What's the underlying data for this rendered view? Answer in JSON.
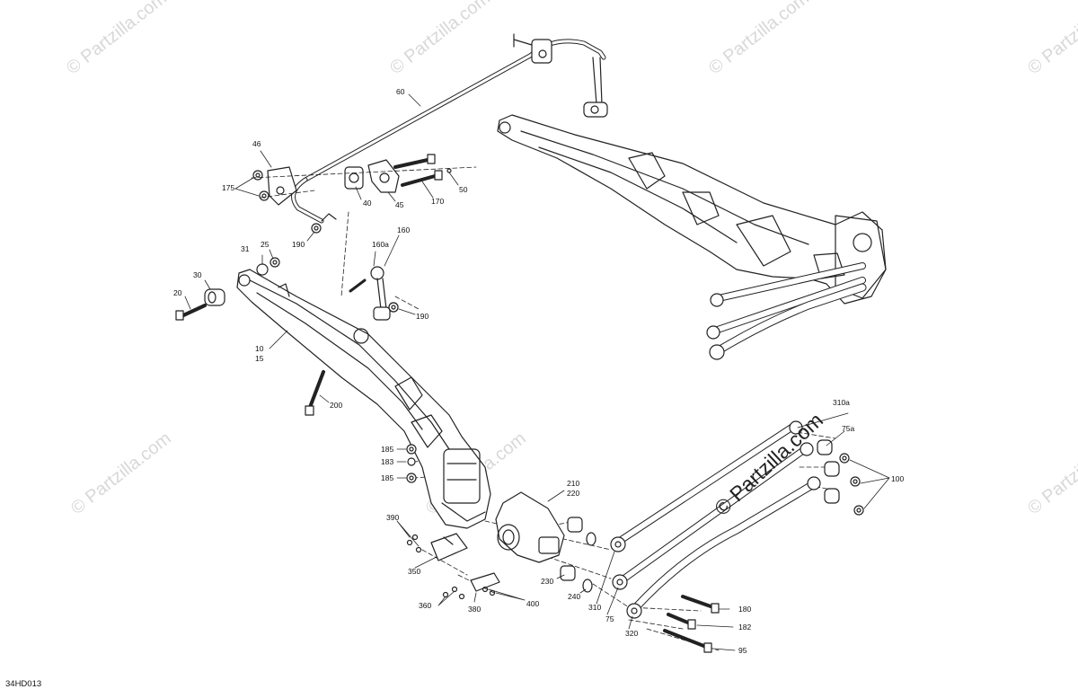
{
  "diagram_code": "34HD013",
  "watermark": {
    "text": "© Partzilla.com",
    "center_text": "© Partzilla.com"
  },
  "callouts": [
    {
      "id": "c60",
      "label": "60"
    },
    {
      "id": "c46",
      "label": "46"
    },
    {
      "id": "c175",
      "label": "175"
    },
    {
      "id": "c40",
      "label": "40"
    },
    {
      "id": "c45",
      "label": "45"
    },
    {
      "id": "c170",
      "label": "170"
    },
    {
      "id": "c50",
      "label": "50"
    },
    {
      "id": "c190a",
      "label": "190"
    },
    {
      "id": "c160",
      "label": "160"
    },
    {
      "id": "c160a",
      "label": "160a"
    },
    {
      "id": "c31",
      "label": "31"
    },
    {
      "id": "c25",
      "label": "25"
    },
    {
      "id": "c30",
      "label": "30"
    },
    {
      "id": "c20",
      "label": "20"
    },
    {
      "id": "c190b",
      "label": "190"
    },
    {
      "id": "c10",
      "label": "10"
    },
    {
      "id": "c15",
      "label": "15"
    },
    {
      "id": "c200",
      "label": "200"
    },
    {
      "id": "c185a",
      "label": "185"
    },
    {
      "id": "c183",
      "label": "183"
    },
    {
      "id": "c185b",
      "label": "185"
    },
    {
      "id": "c210",
      "label": "210"
    },
    {
      "id": "c220",
      "label": "220"
    },
    {
      "id": "c390",
      "label": "390"
    },
    {
      "id": "c350",
      "label": "350"
    },
    {
      "id": "c230",
      "label": "230"
    },
    {
      "id": "c240",
      "label": "240"
    },
    {
      "id": "c360",
      "label": "360"
    },
    {
      "id": "c380",
      "label": "380"
    },
    {
      "id": "c400",
      "label": "400"
    },
    {
      "id": "c310",
      "label": "310"
    },
    {
      "id": "c75",
      "label": "75"
    },
    {
      "id": "c320",
      "label": "320"
    },
    {
      "id": "c310a",
      "label": "310a"
    },
    {
      "id": "c75a",
      "label": "75a"
    },
    {
      "id": "c100",
      "label": "100"
    },
    {
      "id": "c180",
      "label": "180"
    },
    {
      "id": "c182",
      "label": "182"
    },
    {
      "id": "c95",
      "label": "95"
    }
  ]
}
